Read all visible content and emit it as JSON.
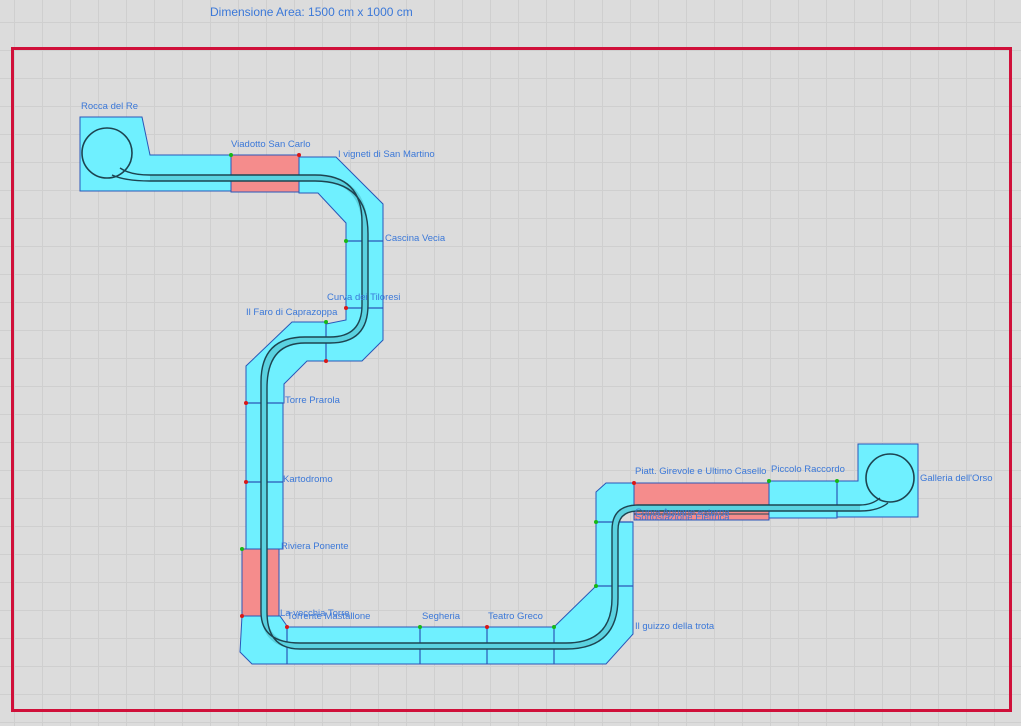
{
  "area_title": "Dimensione Area: 1500 cm x 1000 cm",
  "colors": {
    "frame": "#d0103a",
    "module": "#6ff0ff",
    "module_highlight": "#f58c8c",
    "outline": "#2a56b8",
    "label": "#3b78d8",
    "track": "#1d4451",
    "grid": "#cfcfcf",
    "background": "#dcdcdc"
  },
  "modules": [
    "Rocca del Re",
    "Viadotto San Carlo",
    "I vigneti di San Martino",
    "Cascina Vecia",
    "Curva dei Tiloresi",
    "Il Faro di Caprazoppa",
    "Torre Prarola",
    "Kartodromo",
    "Riviera Ponente",
    "La vecchia Torre",
    "Torrente Mastallone",
    "Segheria",
    "Teatro Greco",
    "Il guizzo della trota",
    "Curva Apuane esterna",
    "Sottostazione Elettrica",
    "Piatt. Girevole e Ultimo Casello",
    "Piccolo Raccordo",
    "Galleria dell'Orso"
  ]
}
